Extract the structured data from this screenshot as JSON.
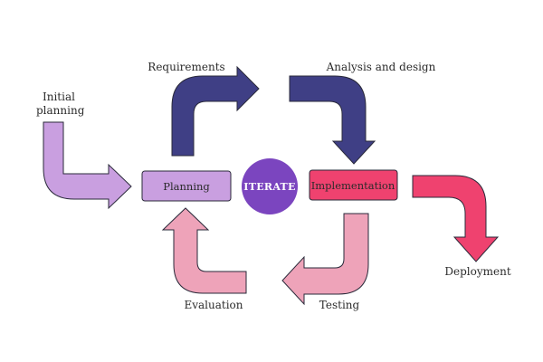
{
  "diagram": {
    "center_label": "ITERATE",
    "boxes": {
      "planning": "Planning",
      "implementation": "Implementation"
    },
    "labels": {
      "initial_planning_line1": "Initial",
      "initial_planning_line2": "planning",
      "requirements": "Requirements",
      "analysis_design": "Analysis and design",
      "deployment": "Deployment",
      "testing": "Testing",
      "evaluation": "Evaluation"
    },
    "colors": {
      "lavender": "#c99fe0",
      "navy": "#3f3f85",
      "crimson": "#ef426f",
      "pink": "#eea3b9",
      "purple_circle": "#7b45bf"
    }
  }
}
